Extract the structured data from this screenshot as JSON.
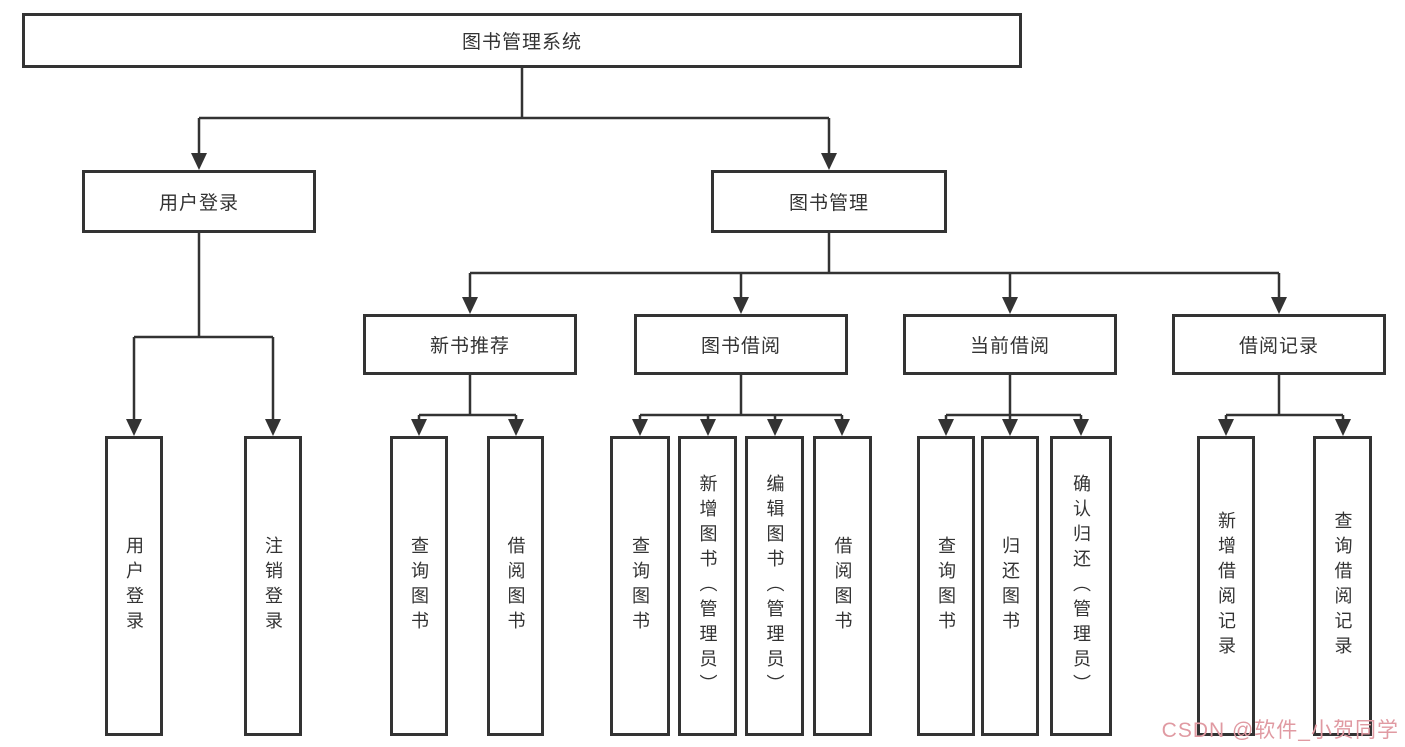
{
  "tree": {
    "root": "图书管理系统",
    "level2": [
      {
        "label": "用户登录",
        "children": [
          "用户登录",
          "注销登录"
        ]
      },
      {
        "label": "图书管理",
        "groups": [
          {
            "label": "新书推荐",
            "children": [
              "查询图书",
              "借阅图书"
            ]
          },
          {
            "label": "图书借阅",
            "children": [
              "查询图书",
              "新增图书（管理员）",
              "编辑图书（管理员）",
              "借阅图书"
            ]
          },
          {
            "label": "当前借阅",
            "children": [
              "查询图书",
              "归还图书",
              "确认归还（管理员）"
            ]
          },
          {
            "label": "借阅记录",
            "children": [
              "新增借阅记录",
              "查询借阅记录"
            ]
          }
        ]
      }
    ]
  },
  "watermark": {
    "text": "CSDN @软件_小贺同学"
  },
  "colors": {
    "line": "#333333",
    "border": "#333333",
    "text": "#333333",
    "watermark": "#e09aa2",
    "background": "#ffffff"
  }
}
